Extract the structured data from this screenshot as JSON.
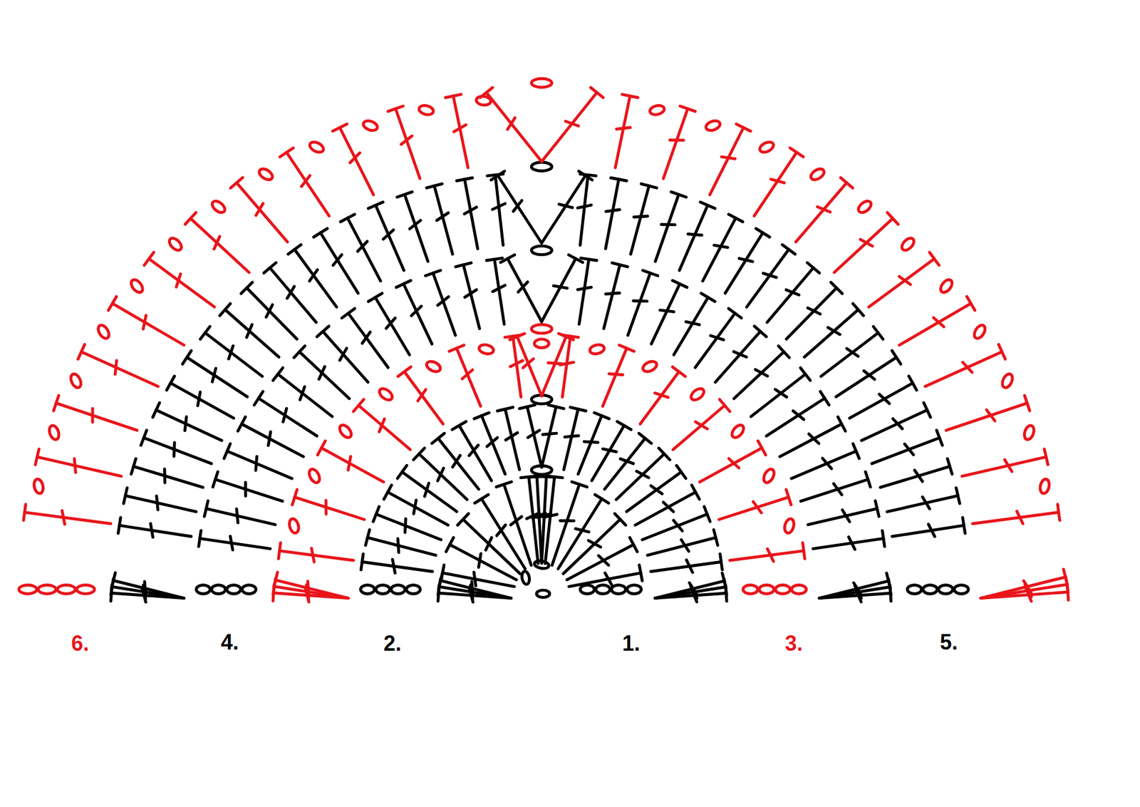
{
  "diagram": {
    "labels": [
      "6.",
      "4.",
      "2.",
      "1.",
      "3.",
      "5."
    ]
  }
}
